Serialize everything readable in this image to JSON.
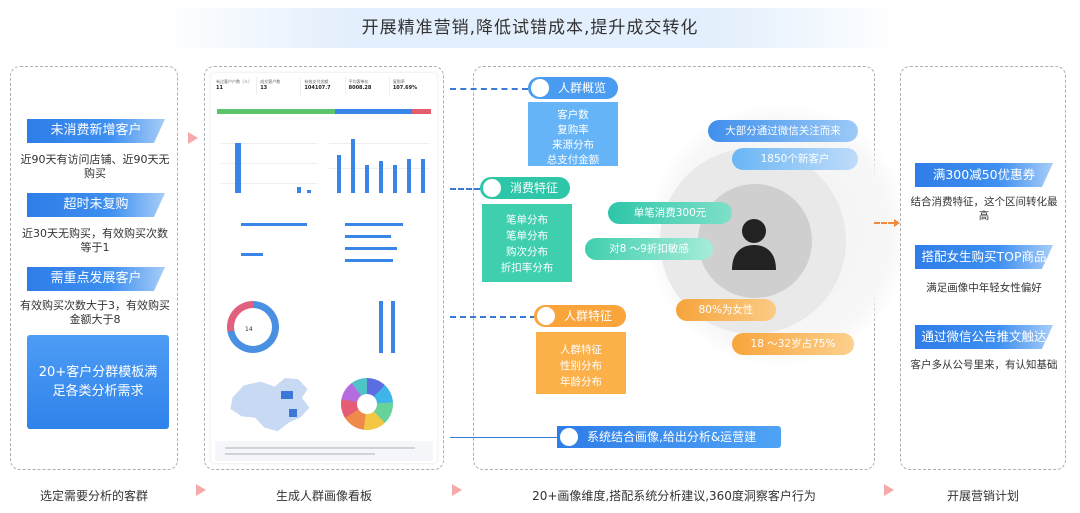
{
  "banner": {
    "title": "开展精准营销,降低试错成本,提升成交转化"
  },
  "steps": [
    {
      "label": "选定需要分析的客群"
    },
    {
      "label": "生成人群画像看板"
    },
    {
      "label": "20+画像维度,搭配系统分析建议,360度洞察客户行为"
    },
    {
      "label": "开展营销计划"
    }
  ],
  "groups": [
    {
      "title": "未消费新增客户",
      "desc": "近90天有访问店铺、近90天无购买"
    },
    {
      "title": "超时未复购",
      "desc": "近30天无购买，有效购买次数等于1"
    },
    {
      "title": "需重点发展客户",
      "desc": "有效购买次数大于3，有效购买金额大于8"
    }
  ],
  "templates": {
    "text": "20+客户分群模板满足各类分析需求"
  },
  "dashboard": {
    "kpis": [
      {
        "label": "有过客户户数（人）",
        "value": "11"
      },
      {
        "label": "成交客户数",
        "value": "13"
      },
      {
        "label": "有效支付金额",
        "value": "104107.7"
      },
      {
        "label": "平均客单价",
        "value": "8008.28"
      },
      {
        "label": "复购率",
        "value": "107.69%"
      }
    ],
    "donut_value": "14"
  },
  "portrait": {
    "overview": {
      "title": "人群概览",
      "items": [
        "客户数",
        "复购率",
        "来源分布",
        "总支付金额"
      ]
    },
    "consumption": {
      "title": "消费特征",
      "items": [
        "笔单分布",
        "笔单分布",
        "购次分布",
        "折扣率分布"
      ]
    },
    "crowd": {
      "title": "人群特征",
      "items": [
        "人群特征",
        "性别分布",
        "年龄分布"
      ]
    },
    "system": {
      "title": "系统结合画像,给出分析&运营建"
    },
    "insights": [
      "大部分通过微信关注而来",
      "1850个新客户",
      "单笔消费300元",
      "对8 ～9折扣敏感",
      "80%为女性",
      "18 ～32岁占75%"
    ],
    "colors": {
      "blue": "#4a9cf0",
      "green": "#2ec6a8",
      "orange": "#f9a53c",
      "skyblue": "#64b4f7"
    }
  },
  "plans": [
    {
      "title": "满300减50优惠券",
      "desc": "结合消费特征，这个区间转化最高"
    },
    {
      "title": "搭配女生购买TOP商品",
      "desc": "满足画像中年轻女性偏好"
    },
    {
      "title": "通过微信公告推文触达",
      "desc": "客户多从公号里来，有认知基础"
    }
  ]
}
